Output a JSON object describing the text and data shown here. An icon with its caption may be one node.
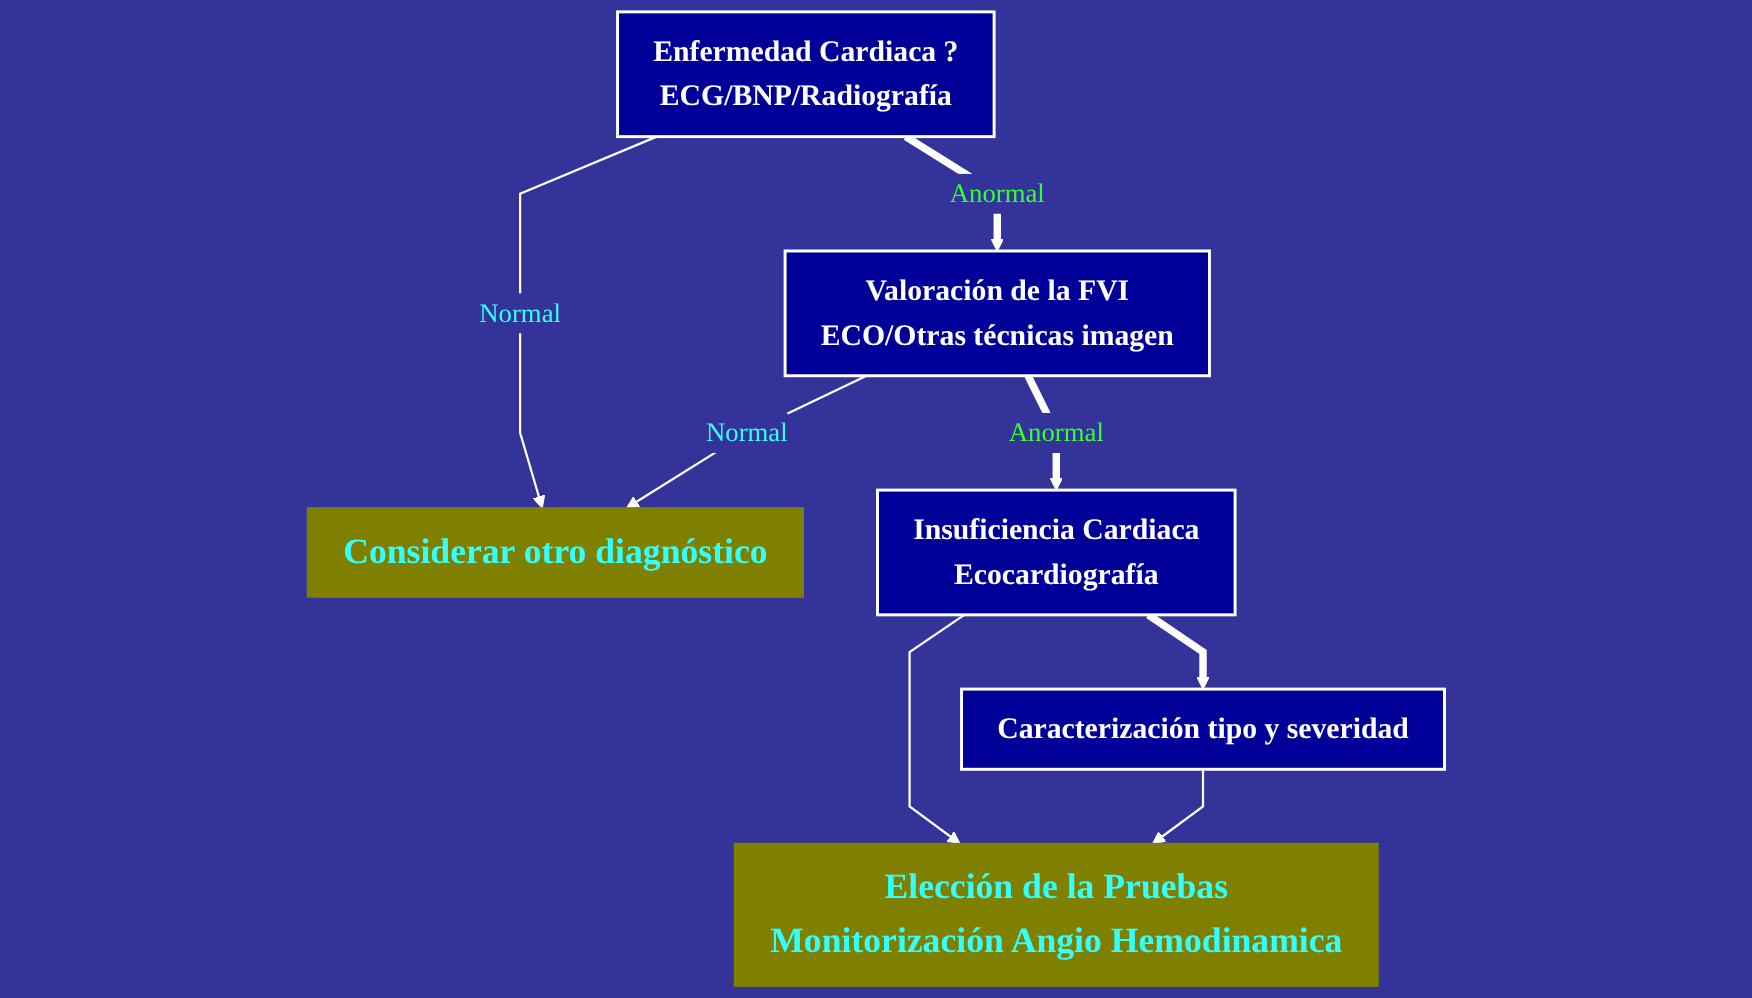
{
  "diagram": {
    "nodes": [
      {
        "text": [
          "Enfermedad Cardiaca ?",
          "ECG/BNP/Radiografía"
        ]
      },
      {
        "text": [
          "Considerar otro diagnóstico"
        ]
      },
      {
        "text": [
          "Valoración de la FVI",
          "ECO/Otras técnicas imagen"
        ]
      },
      {
        "text": [
          "Insuficiencia Cardiaca",
          "Ecocardiografía"
        ]
      },
      {
        "text": [
          "Elección de la Pruebas",
          "Monitorización Angio Hemodinamica"
        ]
      },
      {
        "text": [
          "Caracterización tipo y severidad"
        ]
      }
    ],
    "edges": [
      {
        "from": 0,
        "to": 1,
        "arrow": "to",
        "label": "Normal"
      },
      {
        "from": 0,
        "to": 2,
        "arrow": "to",
        "label": "Anormal",
        "style": "thick"
      },
      {
        "from": 2,
        "to": 1,
        "arrow": "to",
        "label": "Normal"
      },
      {
        "from": 2,
        "to": 3,
        "arrow": "to",
        "label": "Anormal",
        "style": "thick"
      },
      {
        "from": 3,
        "to": 4,
        "arrow": "to"
      },
      {
        "from": 3,
        "to": 5,
        "arrow": "to",
        "style": "thick"
      },
      {
        "from": 5,
        "to": 4,
        "arrow": "to"
      }
    ]
  }
}
